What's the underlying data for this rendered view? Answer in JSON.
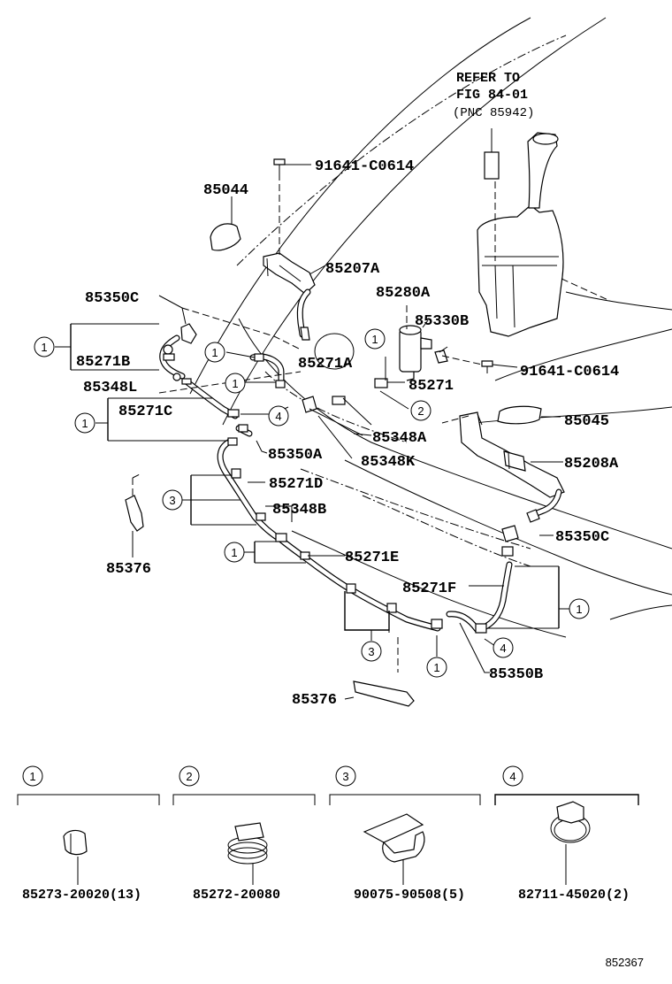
{
  "refer_note": {
    "line1": "REFER TO",
    "line2": "FIG 84-01",
    "line3": "(PNC 85942)"
  },
  "labels": {
    "p91641_top": "91641-C0614",
    "p85044": "85044",
    "p85207A": "85207A",
    "p85350C_l": "85350C",
    "p85280A": "85280A",
    "p85330B": "85330B",
    "p85271B": "85271B",
    "p85271A": "85271A",
    "p91641_right": "91641-C0614",
    "p85348L": "85348L",
    "p85271": "85271",
    "p85271C": "85271C",
    "p85045": "85045",
    "p85348A": "85348A",
    "p85350A": "85350A",
    "p85348K": "85348K",
    "p85208A": "85208A",
    "p85271D": "85271D",
    "p85348B": "85348B",
    "p85350C_r": "85350C",
    "p85376_l": "85376",
    "p85271E": "85271E",
    "p85271F": "85271F",
    "p85350B": "85350B",
    "p85376_b": "85376"
  },
  "callouts": [
    "1",
    "2",
    "3",
    "4"
  ],
  "legend": [
    {
      "num": "1",
      "part": "85273-20020(13)"
    },
    {
      "num": "2",
      "part": "85272-20080"
    },
    {
      "num": "3",
      "part": "90075-90508(5)"
    },
    {
      "num": "4",
      "part": "82711-45020(2)"
    }
  ],
  "figure_number": "852367"
}
